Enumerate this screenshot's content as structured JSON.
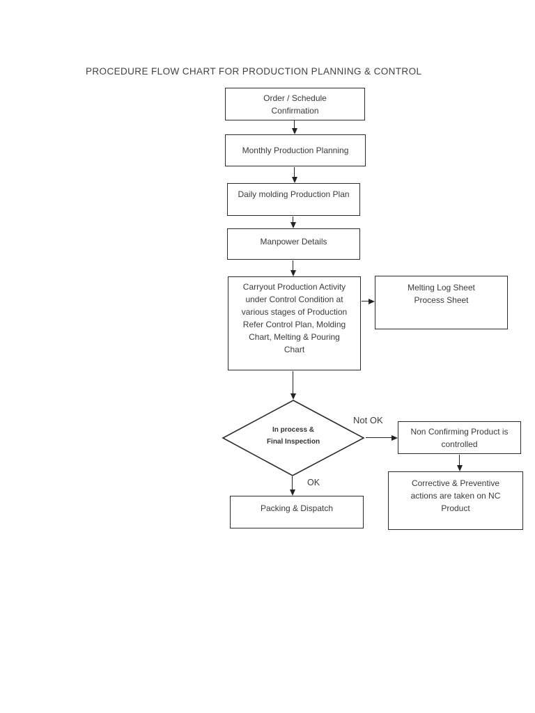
{
  "page": {
    "title": "PROCEDURE FLOW CHART FOR PRODUCTION PLANNING & CONTROL"
  },
  "flowchart": {
    "nodes": {
      "order": {
        "label": "Order / Schedule\nConfirmation"
      },
      "monthly": {
        "label": "Monthly Production Planning"
      },
      "daily": {
        "label": "Daily molding Production Plan"
      },
      "manpower": {
        "label": "Manpower Details"
      },
      "carryout": {
        "label": "Carryout Production Activity\nunder Control Condition at\nvarious stages of Production\nRefer Control Plan, Molding\nChart, Melting & Pouring\nChart"
      },
      "melting": {
        "label": "Melting Log Sheet\nProcess Sheet"
      },
      "inspection": {
        "label": "In process &\nFinal Inspection"
      },
      "non_conforming": {
        "label": "Non Confirming Product is\ncontrolled"
      },
      "corrective": {
        "label": "Corrective & Preventive\nactions are taken on NC\nProduct"
      },
      "packing": {
        "label": "Packing & Dispatch"
      }
    },
    "edge_labels": {
      "ok": "OK",
      "not_ok": "Not OK"
    },
    "colors": {
      "line": "#222222",
      "text": "#3a3a3a",
      "background": "#ffffff"
    }
  }
}
